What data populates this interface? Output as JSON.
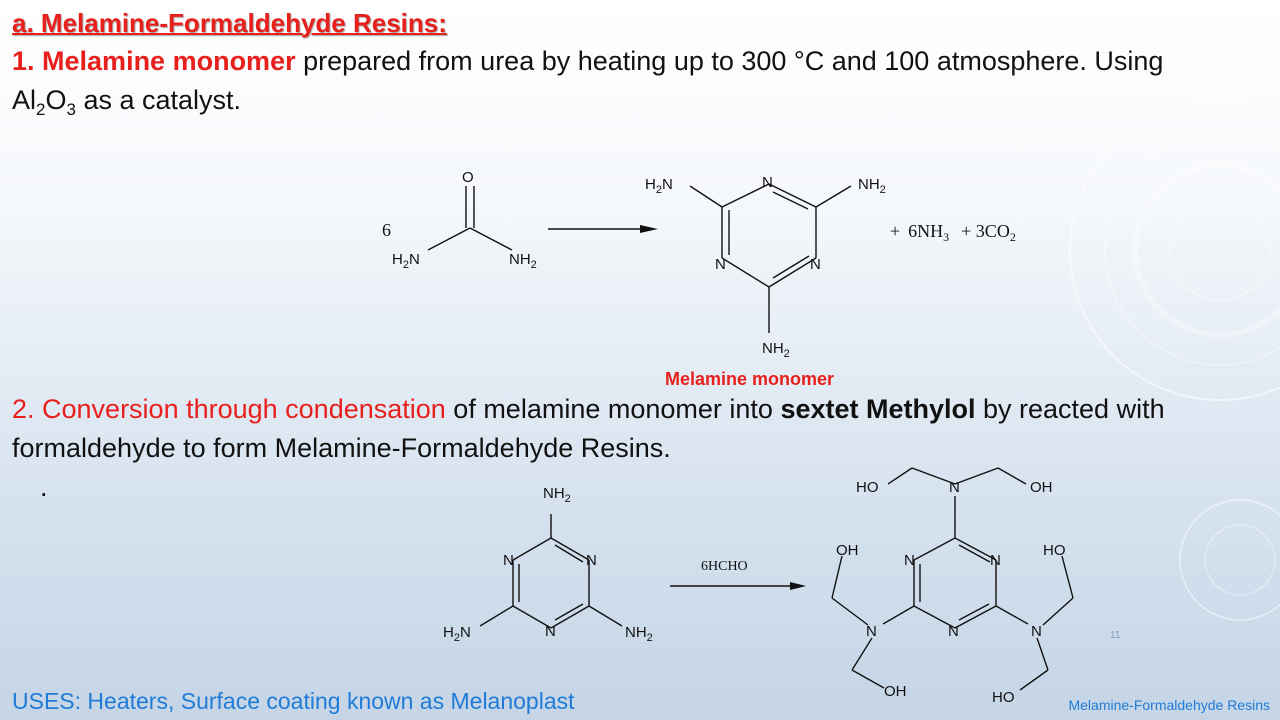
{
  "title": "a. Melamine-Formaldehyde Resins:",
  "step1": {
    "num": "1. ",
    "highlight": "Melamine monomer",
    "text_a": " prepared from urea by heating up to 300 °C and 100 atmosphere. Using Al",
    "sub_a": "2",
    "text_b": "O",
    "sub_b": "3",
    "text_c": " as a catalyst."
  },
  "reaction1": {
    "coefficient": "6",
    "products_plus": "+",
    "ammonia": "6NH",
    "ammonia_sub": "3",
    "co2": "+ 3CO",
    "co2_sub": "2"
  },
  "caption": "Melamine monomer",
  "step2": {
    "highlight": "2. Conversion through condensation",
    "text_a": " of melamine monomer into ",
    "bold": "sextet Methylol",
    "text_b": " by reacted with formaldehyde to form Melamine-Formaldehyde  Resins."
  },
  "dot": ".",
  "reaction2": {
    "reagent": "6HCHO"
  },
  "slide_number": "11",
  "uses": "USES: Heaters, Surface coating known as Melanoplast",
  "footer": "Melamine-Formaldehyde Resins"
}
